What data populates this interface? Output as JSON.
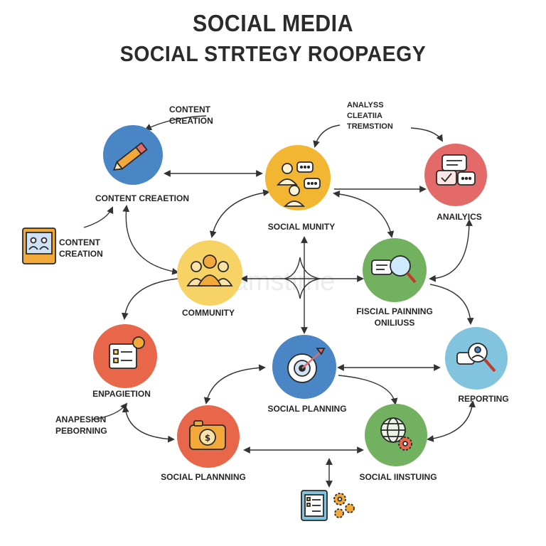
{
  "title": {
    "line1": "SOCIAL  MEDIA",
    "line2": "SOCIAL STRTEGY ROOPAEGY"
  },
  "watermark": "dreamstime",
  "labels": {
    "content_creation_top": [
      "CONTENT",
      "CREATION"
    ],
    "content_creation_node": "CONTENT CREAETION",
    "content_creation_left": [
      "CONTENT",
      "CREATION"
    ],
    "analyss": [
      "ANALYSS",
      "CLEATIIA",
      "TREMSTION"
    ],
    "social_munity": "SOCIAL MUNITY",
    "anallytics": "ANAILYICS",
    "community": "COMMUNITY",
    "fisial_planning": [
      "FISCIAL PAINNING",
      "ONILIUSS"
    ],
    "engagement": "ENPAGIETION",
    "anapesign": [
      "ANAPESIGN",
      "PEBORNING"
    ],
    "social_planning_center": "SOCIAL PLANNING",
    "reporting": "REPORTING",
    "social_plannning_bottom": "SOCIAL PLANNNING",
    "social_insting": "SOCIAL IINSTUING"
  },
  "colors": {
    "blue": "#4a86c5",
    "yellow": "#f2b632",
    "red": "#e46a6a",
    "pale_yellow": "#f7d365",
    "green": "#72b160",
    "orange_red": "#e8674a",
    "light_blue": "#82c3de",
    "outline": "#2a2a2a",
    "arrow": "#333333"
  },
  "icons": {
    "pencil": "pencil-icon",
    "chat_people": "chat-people-icon",
    "chat_bubbles": "chat-bubbles-icon",
    "community": "community-people-icon",
    "magnifier_chat": "magnifier-chat-icon",
    "checklist": "checklist-icon",
    "target": "target-icon",
    "user_search": "user-search-icon",
    "camera": "camera-icon",
    "globe_gear": "globe-gear-icon",
    "tablet": "tablet-users-icon",
    "doc_gears": "document-gears-icon"
  }
}
